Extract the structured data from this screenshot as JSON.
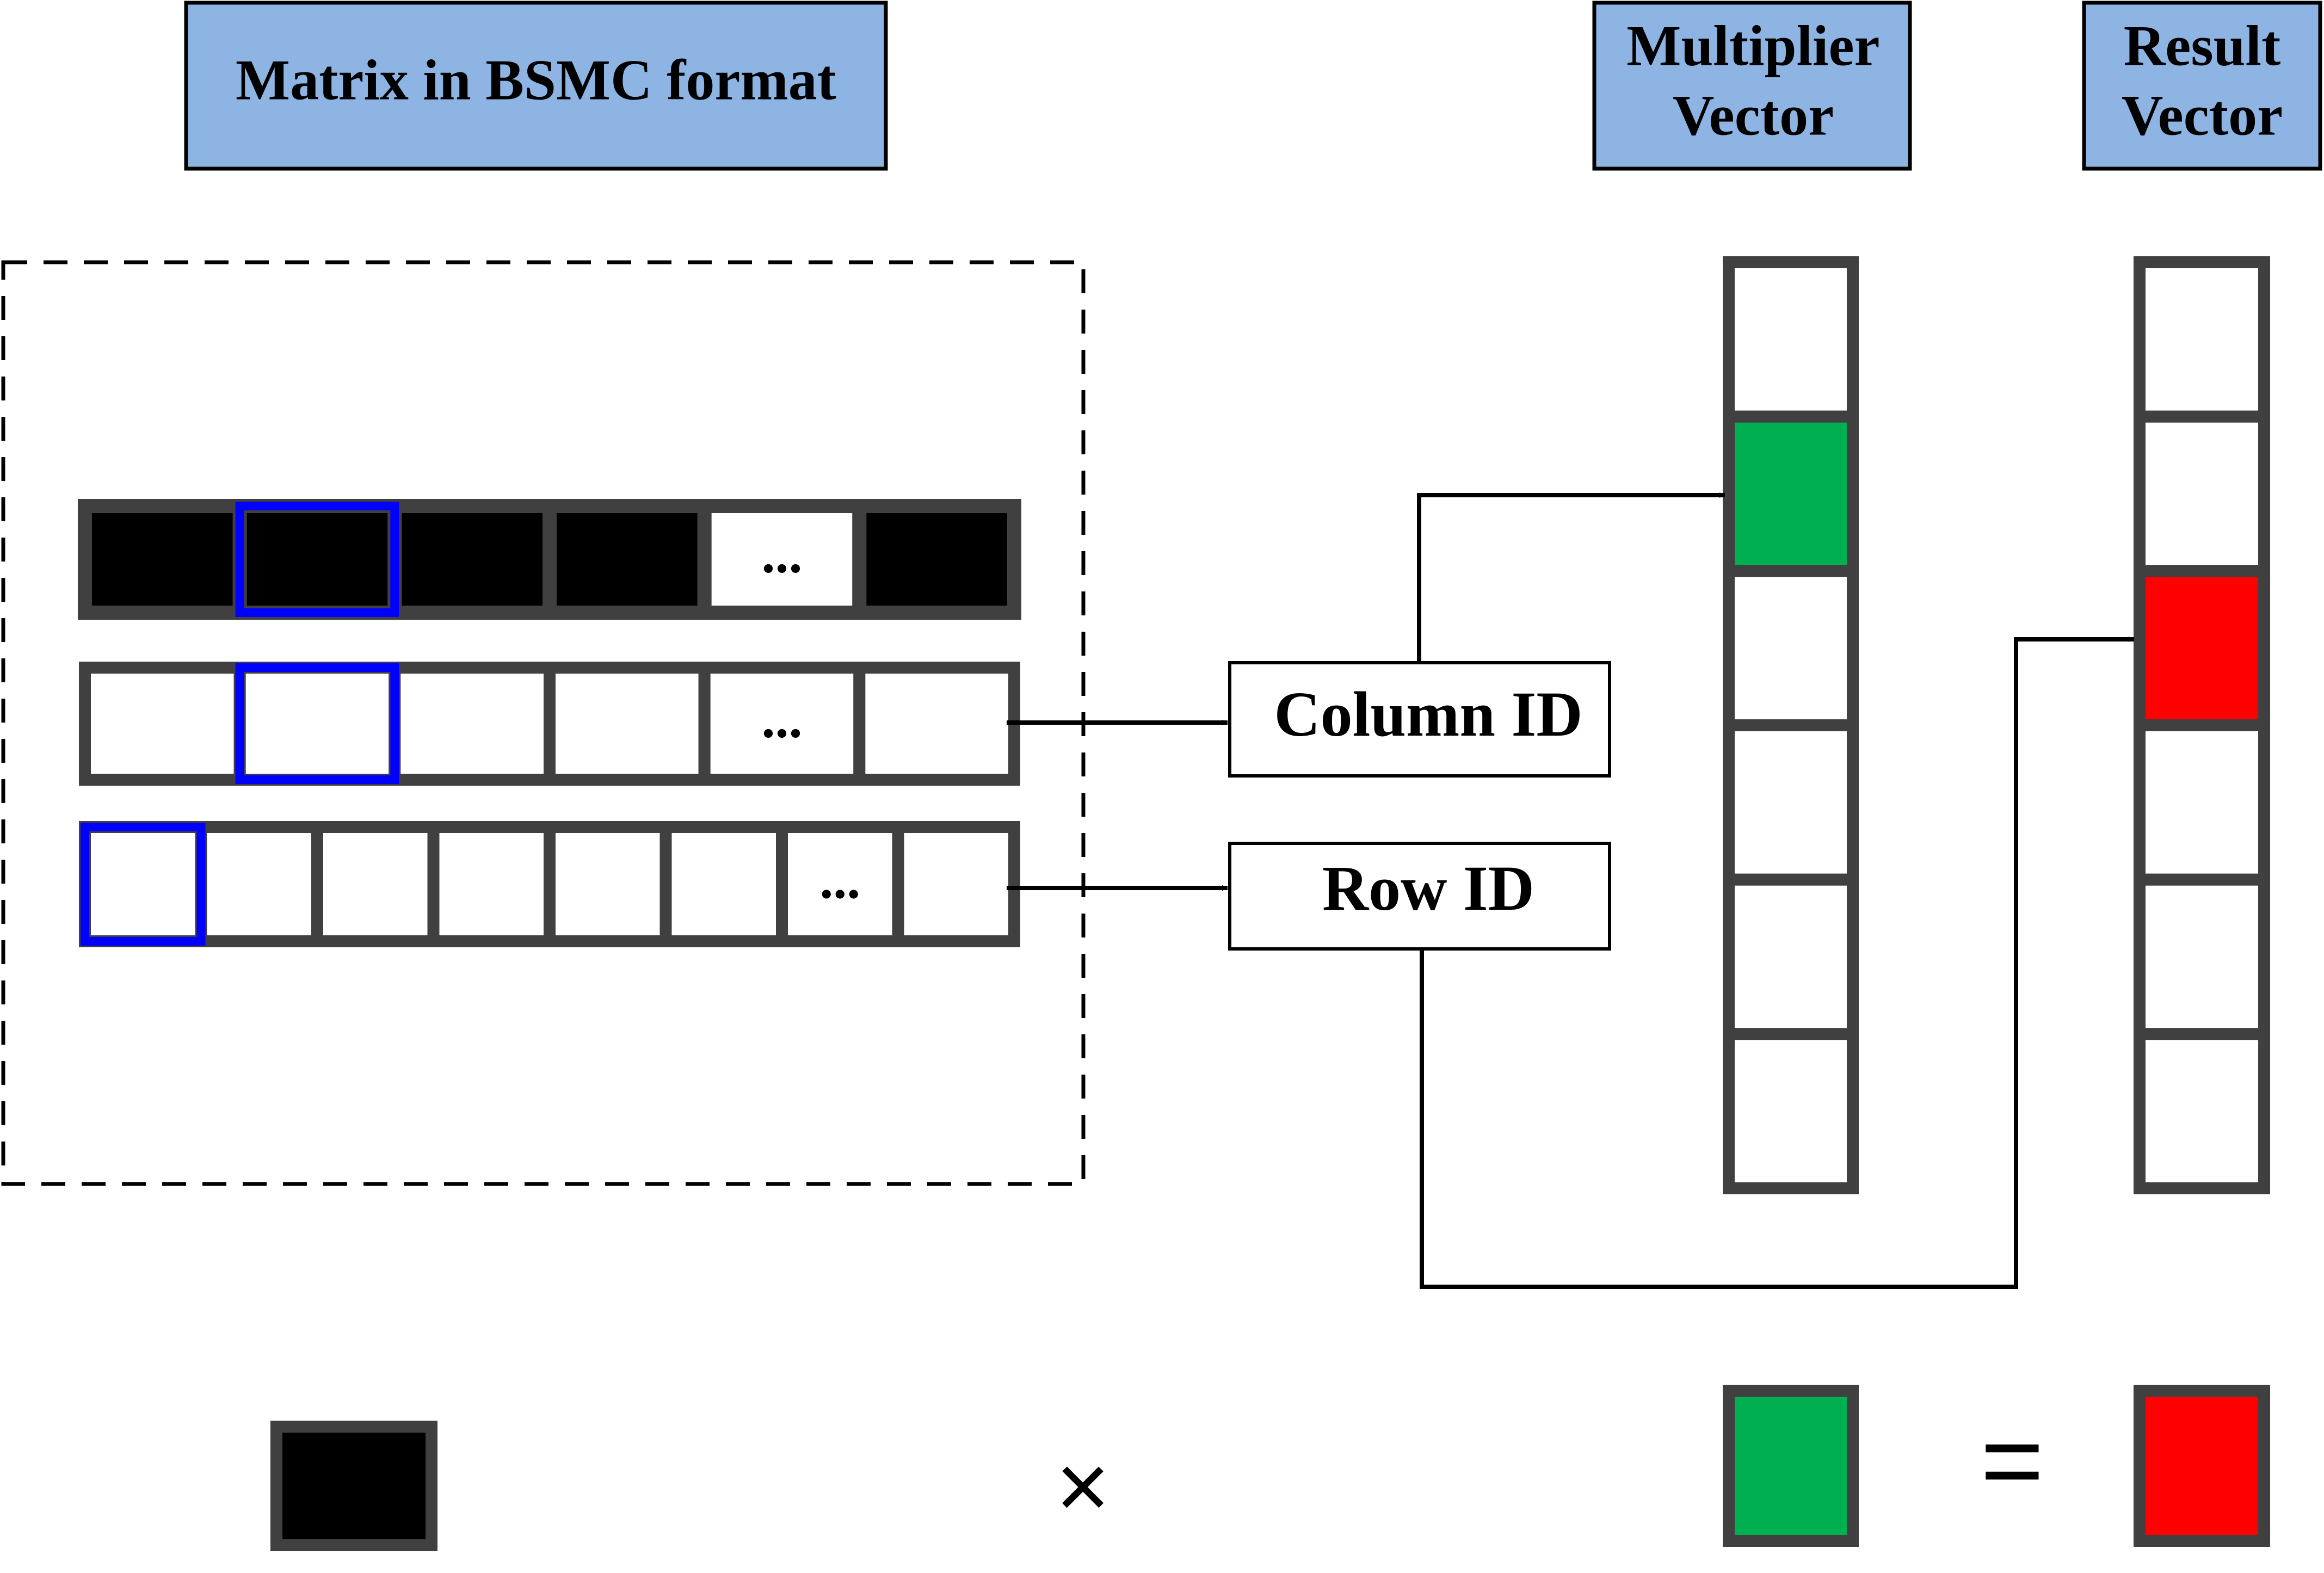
{
  "headers": {
    "matrix": "Matrix in BSMC format",
    "multiplier_line1": "Multiplier",
    "multiplier_line2": "Vector",
    "result_line1": "Result",
    "result_line2": "Vector"
  },
  "labels": {
    "column_id": "Column ID",
    "row_id": "Row ID"
  },
  "ellipsis": "...",
  "equation": {
    "times": "×",
    "equals": "="
  },
  "matrix_rows": [
    {
      "name": "values-row",
      "cells": 6,
      "fill": "#000000",
      "ellipsis_index": 4,
      "highlight_index": 1
    },
    {
      "name": "column-id-row",
      "cells": 6,
      "fill": "#ffffff",
      "ellipsis_index": 4,
      "highlight_index": 1
    },
    {
      "name": "row-id-row",
      "cells": 8,
      "fill": "#ffffff",
      "ellipsis_index": 6,
      "highlight_index": 0
    }
  ],
  "multiplier_vector": {
    "cells": 6,
    "highlight_index": 1
  },
  "result_vector": {
    "cells": 6,
    "highlight_index": 2
  },
  "colors": {
    "header_fill": "#8eb4e3",
    "cell_border": "#404040",
    "highlight_border": "#0000ff",
    "matrix_value": "#000000",
    "multiplier_value": "#00b050",
    "result_value": "#ff0000"
  }
}
